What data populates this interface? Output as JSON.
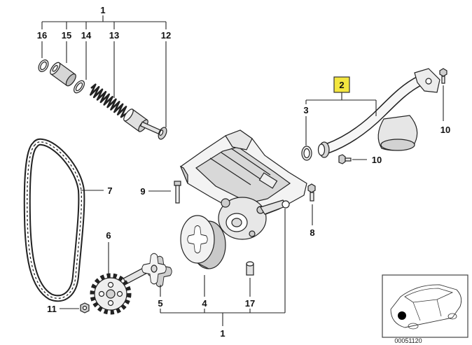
{
  "callouts": {
    "assembly_top": "1",
    "p16": "16",
    "p15": "15",
    "p14": "14",
    "p13": "13",
    "p12": "12",
    "p2": "2",
    "p3": "3",
    "p10_top": "10",
    "p10_mid": "10",
    "p7": "7",
    "p9": "9",
    "p8": "8",
    "p6": "6",
    "p11": "11",
    "p5": "5",
    "p4": "4",
    "p17": "17",
    "assembly_bottom": "1"
  },
  "highlight_color": "#f3e63f",
  "inset": {
    "caption": "00051120"
  }
}
